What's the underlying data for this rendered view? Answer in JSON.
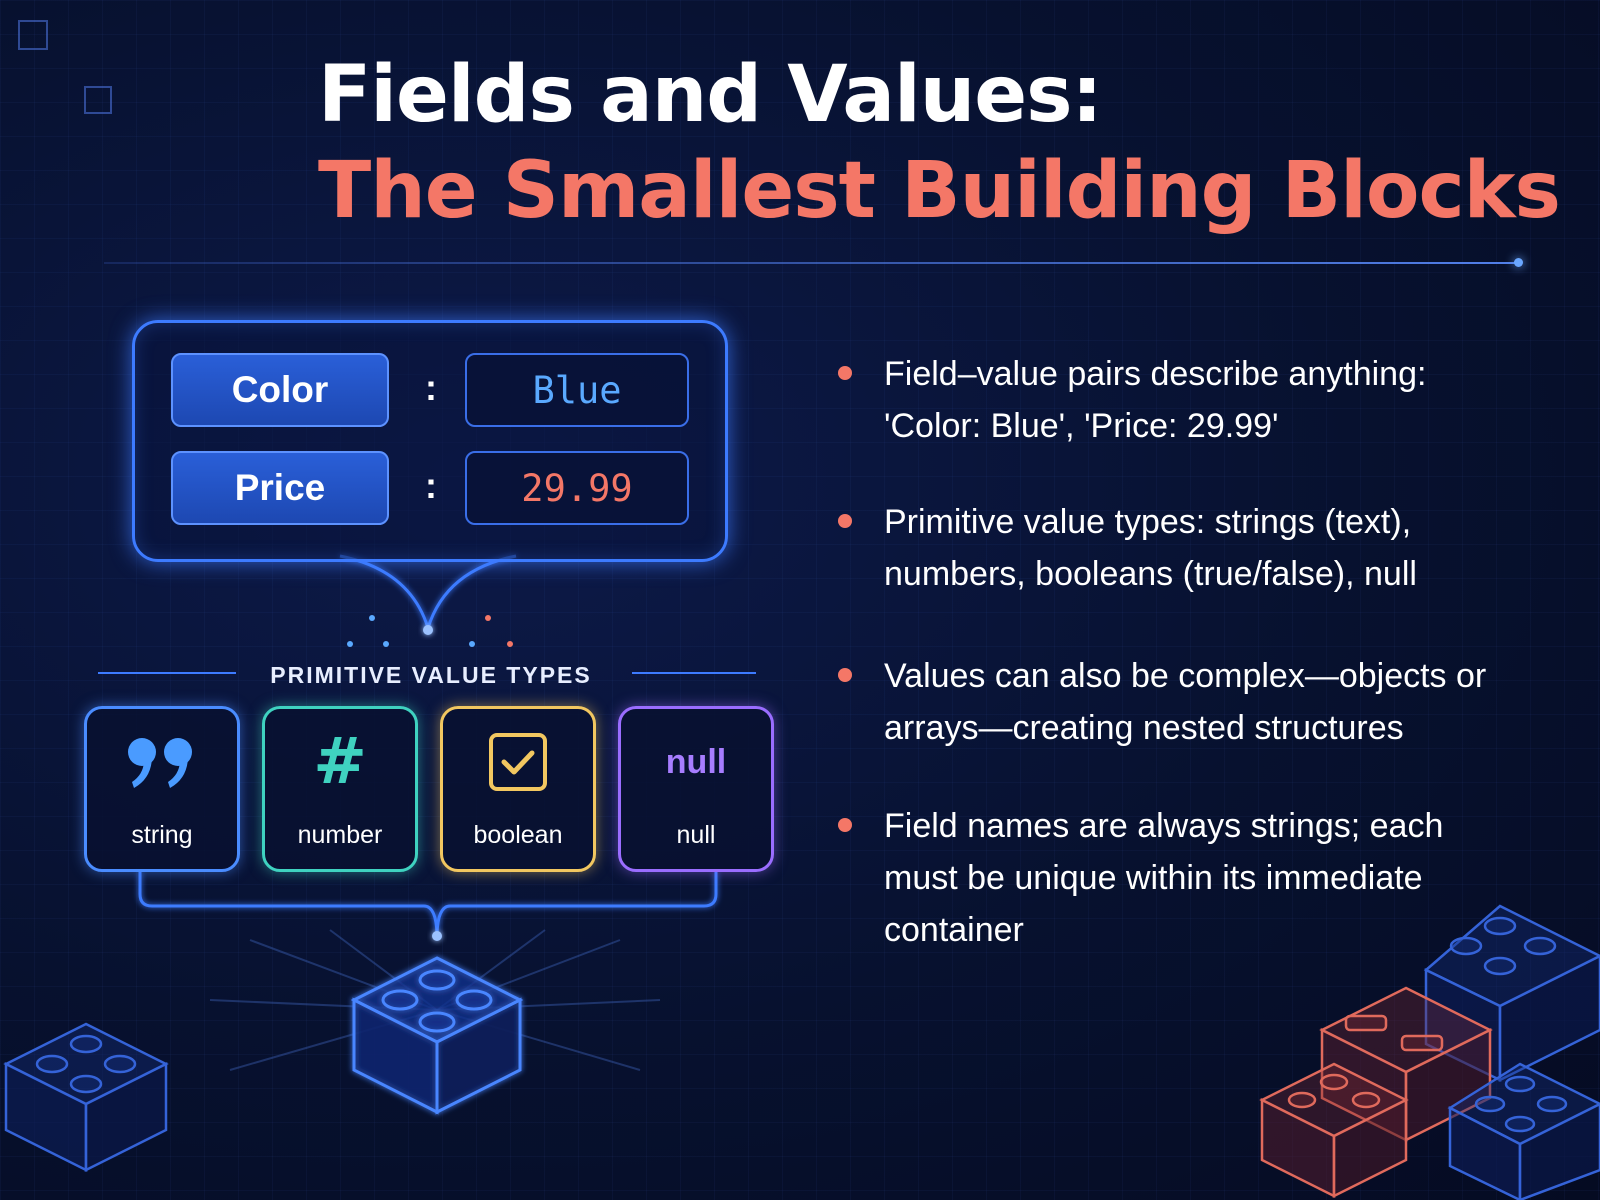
{
  "title": {
    "line1": "Fields and Values:",
    "line2": "The Smallest Building Blocks"
  },
  "pairs": [
    {
      "field": "Color",
      "value": "Blue"
    },
    {
      "field": "Price",
      "value": "29.99"
    }
  ],
  "pair_separator": ":",
  "types_heading": "PRIMITIVE VALUE TYPES",
  "types": [
    {
      "name": "string",
      "glyph": "quote-icon"
    },
    {
      "name": "number",
      "glyph": "#"
    },
    {
      "name": "boolean",
      "glyph": "checkbox-icon"
    },
    {
      "name": "null",
      "glyph": "null"
    }
  ],
  "bullets": [
    "Field–value pairs describe anything: 'Color: Blue', 'Price: 29.99'",
    "Primitive value types: strings (text), numbers, booleans (true/false), null",
    "Values can also be complex—objects or arrays—creating nested structures",
    "Field names are always strings; each must be unique within its immediate container"
  ],
  "colors": {
    "background": "#07112f",
    "accent_blue": "#3d7bff",
    "accent_coral": "#f47767",
    "value_blue": "#5aa9ff",
    "value_coral": "#f47767",
    "string_card": "#4a8cff",
    "number_card": "#3fd2c0",
    "boolean_card": "#f2c760",
    "null_card": "#9a6dff"
  }
}
